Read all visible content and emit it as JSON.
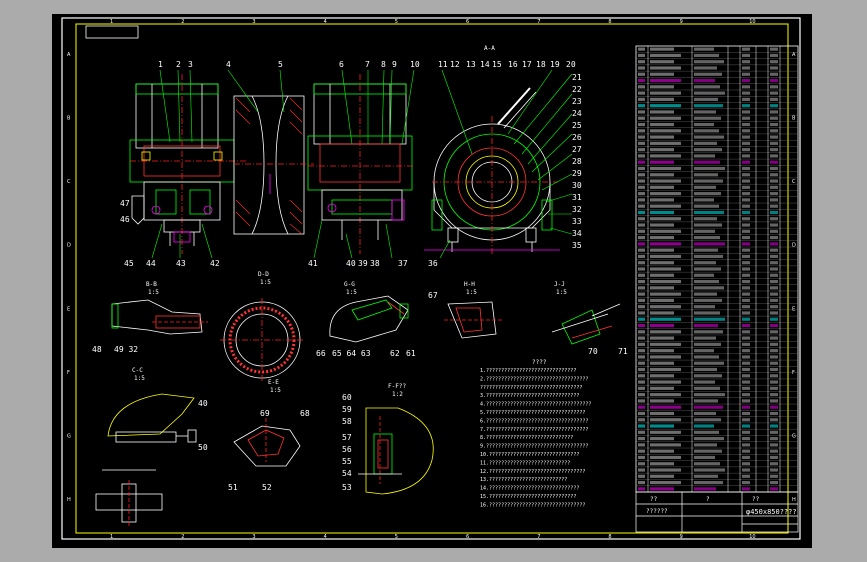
{
  "sheet": {
    "cols": [
      "1",
      "2",
      "3",
      "4",
      "5",
      "6",
      "7",
      "8",
      "9",
      "10"
    ],
    "rows": [
      "A",
      "B",
      "C",
      "D",
      "E",
      "F",
      "G",
      "H"
    ],
    "stamp": "",
    "drawing_no": "φ450x850????",
    "title_block_cells": [
      "??",
      "?",
      "??????",
      "??"
    ]
  },
  "balloons": {
    "main_top": [
      "1",
      "2",
      "3",
      "4",
      "5",
      "6",
      "7",
      "8",
      "9",
      "10",
      "11",
      "12",
      "13",
      "14",
      "15",
      "16",
      "17",
      "18",
      "19",
      "20"
    ],
    "main_right": [
      "21",
      "22",
      "23",
      "24",
      "25",
      "26",
      "27",
      "28",
      "29",
      "30",
      "31",
      "32",
      "33",
      "34",
      "35"
    ],
    "main_bottom_left": [
      "45",
      "44",
      "43",
      "42",
      "41",
      "40",
      "39",
      "38",
      "37",
      "36"
    ],
    "main_left": [
      "47",
      "46",
      "48"
    ],
    "middle": [
      "49 32",
      "66",
      "65 64 63",
      "62",
      "61",
      "67",
      "70",
      "71"
    ],
    "lower": [
      "40",
      "50",
      "69",
      "68",
      "51",
      "52",
      "60",
      "59",
      "58",
      "57",
      "56",
      "55",
      "54",
      "53"
    ]
  },
  "views": [
    {
      "label": "A-A",
      "scale": ""
    },
    {
      "label": "B-B",
      "scale": "1:5"
    },
    {
      "label": "D-D",
      "scale": "1:5"
    },
    {
      "label": "G-G",
      "scale": "1:5"
    },
    {
      "label": "H-H",
      "scale": "1:5"
    },
    {
      "label": "J-J",
      "scale": "1:5"
    },
    {
      "label": "C-C",
      "scale": "1:5"
    },
    {
      "label": "E-E",
      "scale": "1:5"
    },
    {
      "label": "F-F??",
      "scale": "1:2"
    }
  ],
  "notes": {
    "heading": "????",
    "lines": [
      "1.??????????????????????????????",
      "2.??????????????????????????????????",
      "  ??????????????????????????????????",
      "3.???????????????????????????????",
      "4.???????????????????????????????????",
      "5.?????????????????????????????????",
      "6.??????????????????????????????????",
      "7.??????????????????????????????????",
      "8.?????????????????????????????",
      "9.??????????????????????????????????",
      "10.??????????????????????????????",
      "11.???????????????????????????",
      "12.????????????????????????????????",
      "13.??????????????????????????",
      "14.??????????????????????????????",
      "15.?????????????????????????????",
      "16.????????????????????????????????"
    ]
  },
  "colors": {
    "sheet_bg": "#000000",
    "border": "#ffffff",
    "frame": "#ffff00",
    "outline": "#ffffff",
    "part_line": "#00ff00",
    "hatch": "#ff3333",
    "centerline": "#ff2020",
    "text": "#ffffff",
    "table_text": "#c8c8c8",
    "magenta": "#ff00ff",
    "cyan": "#00ffff"
  }
}
